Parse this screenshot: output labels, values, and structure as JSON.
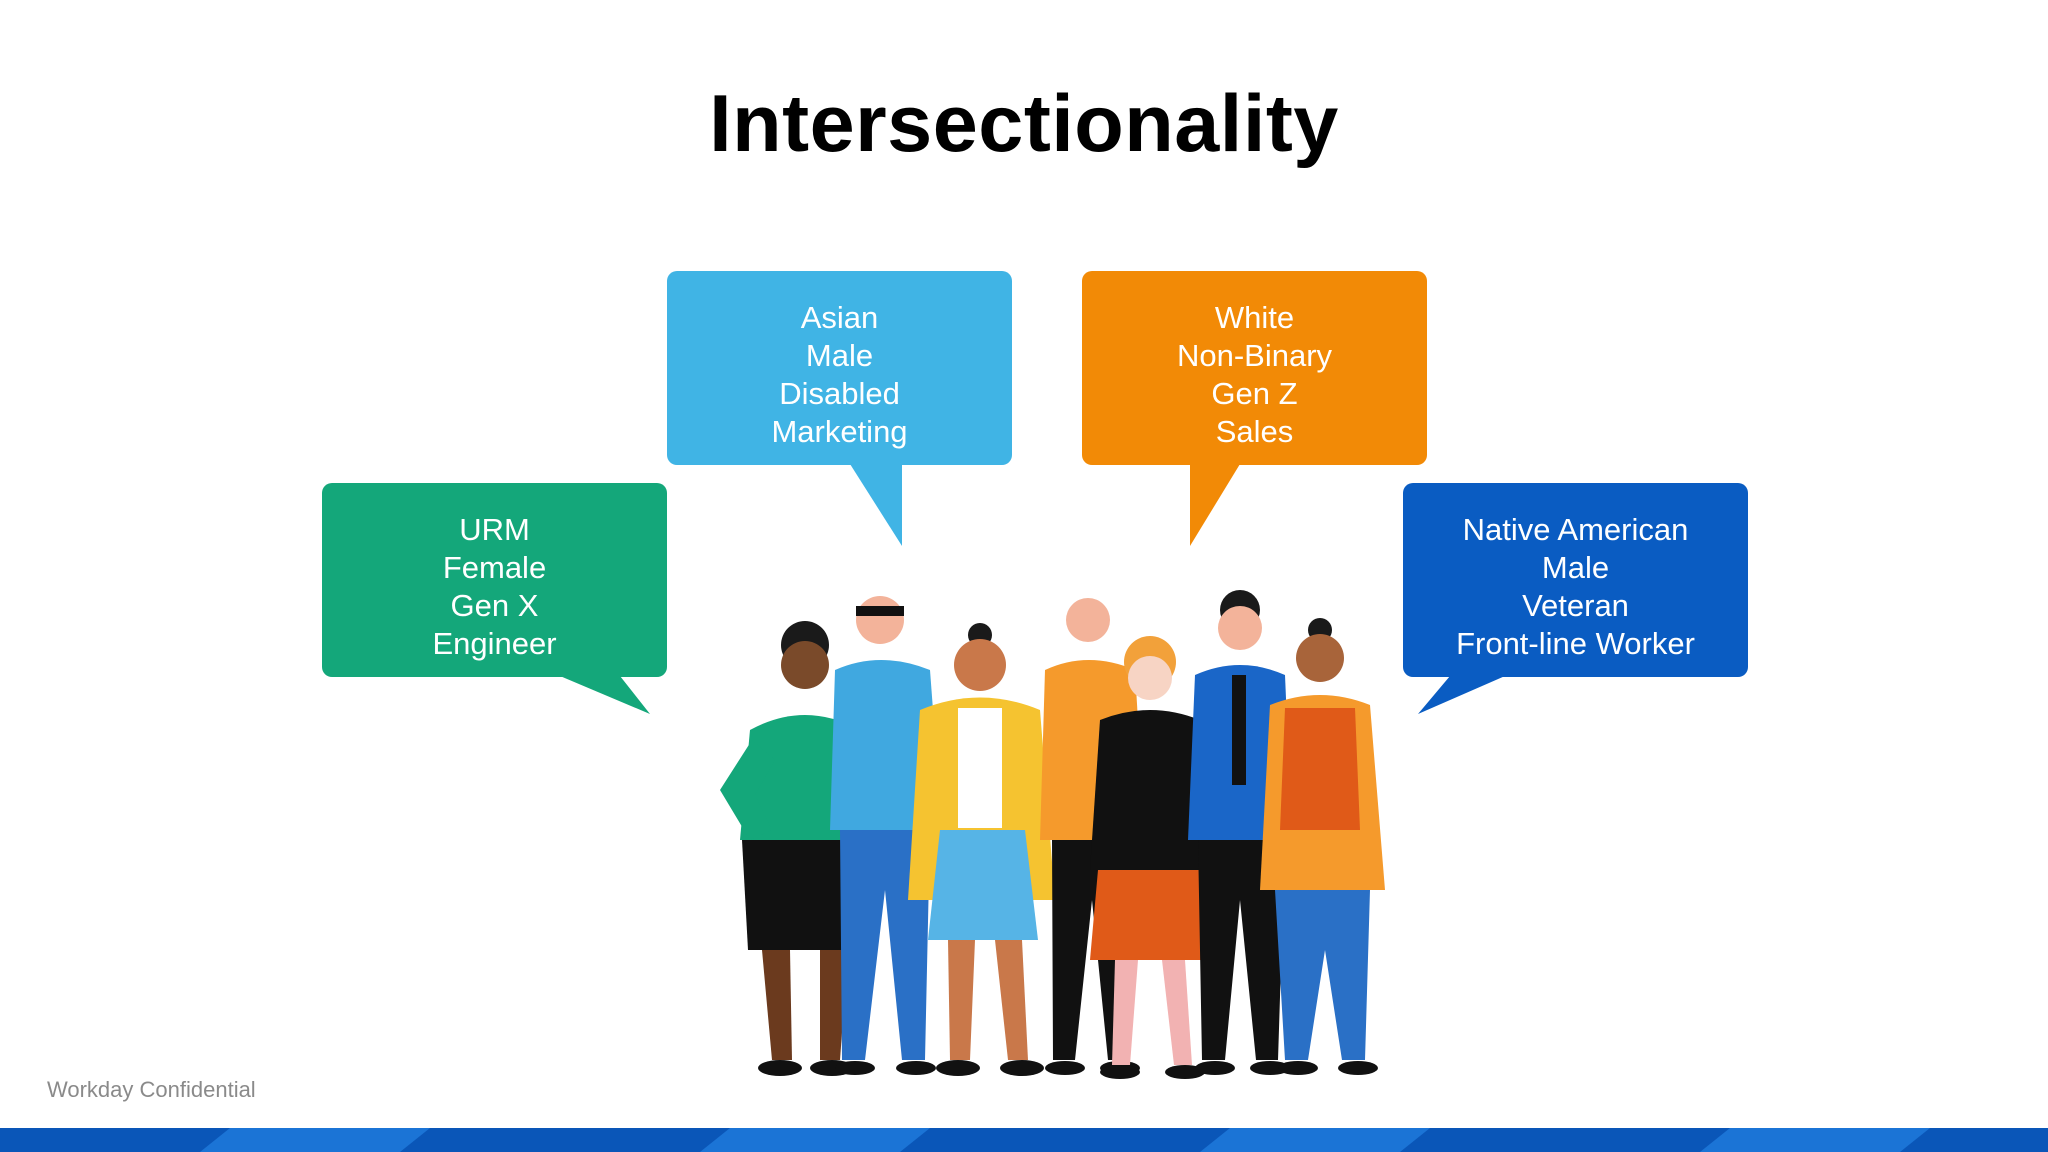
{
  "slide": {
    "title": "Intersectionality",
    "footer": "Workday Confidential"
  },
  "bubbles": [
    {
      "lines": [
        "URM",
        "Female",
        "Gen X",
        "Engineer"
      ],
      "color": "#14a77a"
    },
    {
      "lines": [
        "Asian",
        "Male",
        "Disabled",
        "Marketing"
      ],
      "color": "#40b4e5"
    },
    {
      "lines": [
        "White",
        "Non-Binary",
        "Gen Z",
        "Sales"
      ],
      "color": "#f28a06"
    },
    {
      "lines": [
        "Native American",
        "Male",
        "Veteran",
        "Front-line Worker"
      ],
      "color": "#0a5cc2"
    }
  ],
  "colors": {
    "band_dark": "#0a56b8",
    "band_light": "#1b74d6"
  }
}
